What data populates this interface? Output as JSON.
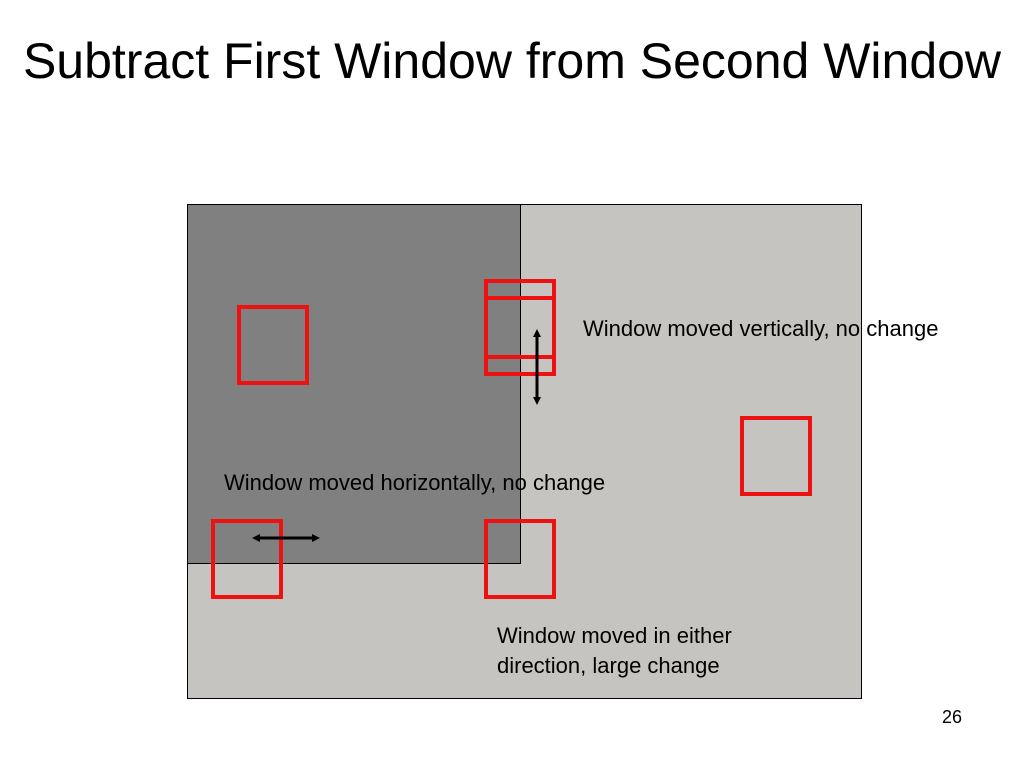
{
  "slide": {
    "title": "Subtract First Window from Second Window",
    "page_number": "26"
  },
  "diagram": {
    "labels": {
      "vertical": "Window moved vertically, no change",
      "horizontal": "Window moved horizontally, no change",
      "either": "Window moved in either direction, large change"
    },
    "colors": {
      "second_window_fill": "#c5c4c0",
      "first_window_fill": "#808080",
      "window_border": "#000000",
      "marker": "#ee1111",
      "arrow": "#000000"
    }
  }
}
